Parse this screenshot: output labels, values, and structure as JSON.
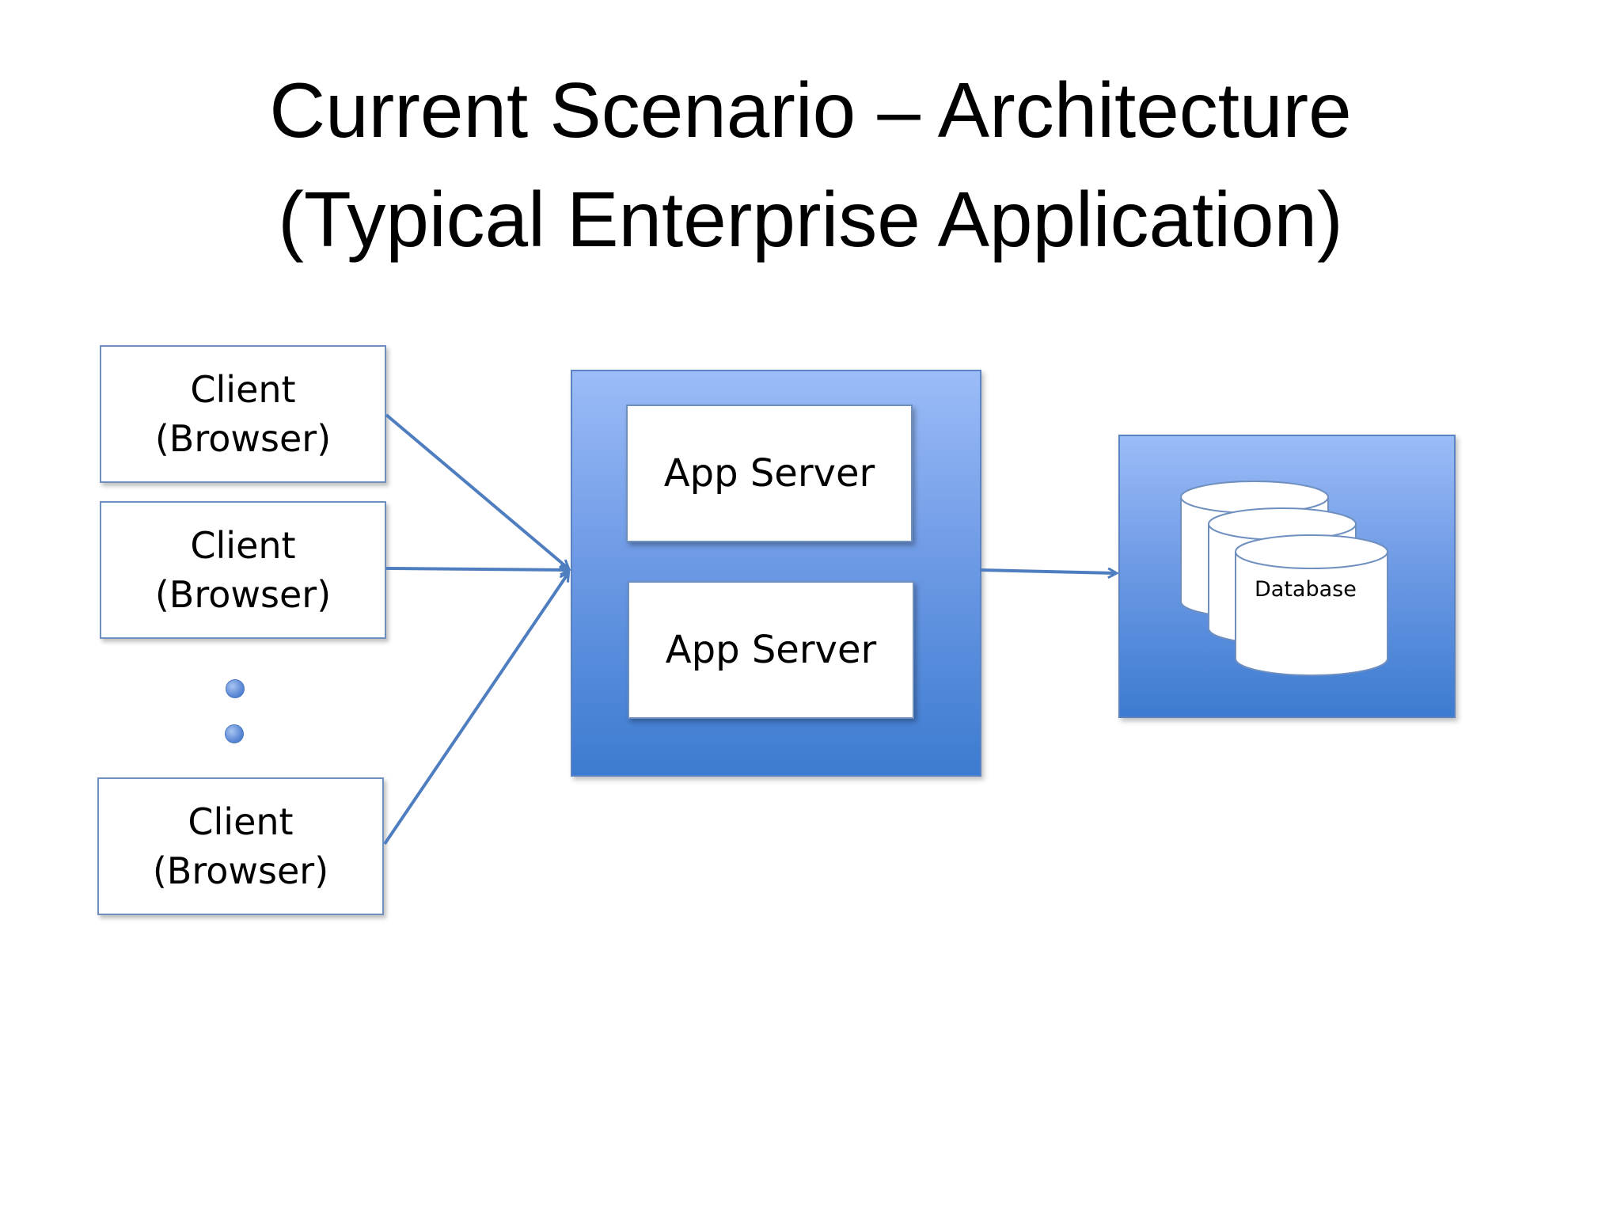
{
  "title": {
    "line1": "Current Scenario – Architecture",
    "line2": "(Typical Enterprise Application)"
  },
  "clients": [
    {
      "line1": "Client",
      "line2": "(Browser)"
    },
    {
      "line1": "Client",
      "line2": "(Browser)"
    },
    {
      "line1": "Client",
      "line2": "(Browser)"
    }
  ],
  "app_servers": [
    {
      "label": "App Server"
    },
    {
      "label": "App Server"
    }
  ],
  "database": {
    "label": "Database"
  },
  "colors": {
    "arrow": "#4f7ec0",
    "panel_top": "#9bbcf7",
    "panel_bottom": "#3c7bd0",
    "box_border": "#6f8fbf"
  }
}
